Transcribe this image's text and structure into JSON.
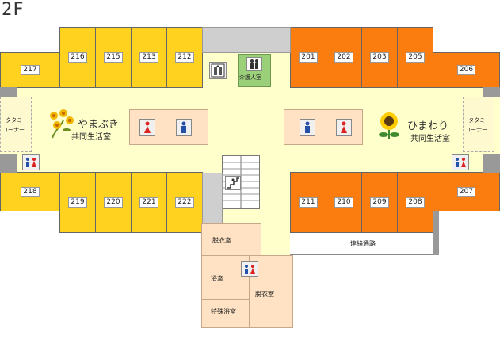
{
  "floor": "2F",
  "rooms_top_left": [
    "216",
    "215",
    "213",
    "212"
  ],
  "rooms_top_right": [
    "201",
    "202",
    "203",
    "205"
  ],
  "rooms_bottom_left": [
    "219",
    "220",
    "221",
    "222"
  ],
  "rooms_bottom_right": [
    "211",
    "210",
    "209",
    "208"
  ],
  "room_217": "217",
  "room_218": "218",
  "room_206": "206",
  "room_207": "207",
  "care_room": "介護人室",
  "left_unit": {
    "name": "やまぶき",
    "sub": "共同生活室"
  },
  "right_unit": {
    "name": "ひまわり",
    "sub": "共同生活室"
  },
  "left_tatami": [
    "タタミ",
    "コーナー"
  ],
  "right_tatami": [
    "タタミ",
    "コーナー"
  ],
  "passage": "連絡通路",
  "bath": {
    "dressing_top": "脱衣室",
    "bath_room": "浴室",
    "dressing_bottom": "脱衣室",
    "special_bath": "特殊浴室"
  },
  "colors": {
    "yellow": "#ffd21f",
    "orange": "#fb7d10",
    "corridor": "#ffffcc",
    "bath": "#ffe2c4"
  }
}
